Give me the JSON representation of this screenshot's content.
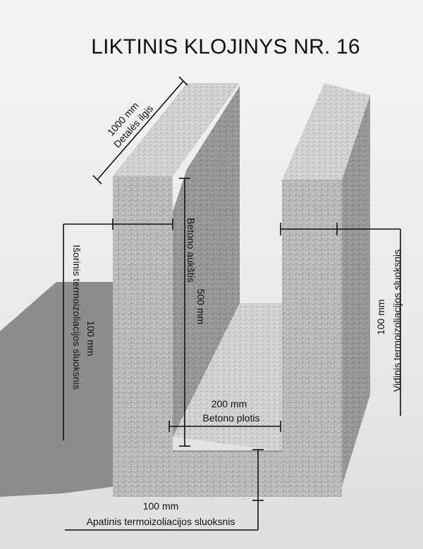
{
  "title": "LIKTINIS KLOJINYS NR. 16",
  "dimensions": {
    "length": {
      "value": "1000 mm",
      "label": "Detalės ilgis"
    },
    "outer_insulation": {
      "value": "100 mm",
      "label": "Išorinis termoizoliacijos sluoksnis"
    },
    "concrete_height": {
      "value": "500 mm",
      "label": "Betono aukštis"
    },
    "inner_insulation": {
      "value": "100 mm",
      "label": "Vidinis termoizoliacijos sluoksnis"
    },
    "concrete_width": {
      "value": "200 mm",
      "label": "Betono plotis"
    },
    "bottom_insulation": {
      "value": "100 mm",
      "label": "Apatinis termoizoliacijos sluoksnis"
    }
  },
  "colors": {
    "block_front": "#b9b9b9",
    "block_top": "#d2d2d2",
    "block_dark": "#8f8f8f",
    "shadow": "#7a7a7a",
    "dimension_lines": "#111111"
  }
}
